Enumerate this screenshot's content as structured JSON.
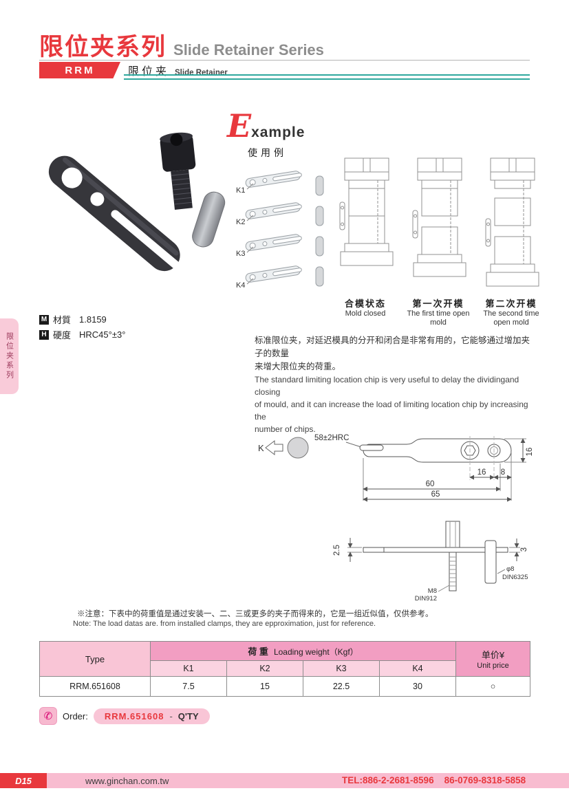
{
  "colors": {
    "accent_red": "#e8383d",
    "teal": "#2fa89e",
    "pink_light": "#f9c5d6",
    "pink_medium": "#f29ec2",
    "pink_row": "#fbd3e1",
    "footer_pink": "#f8bcd0"
  },
  "header": {
    "title_cn": "限位夹系列",
    "title_en": "Slide Retainer Series",
    "series_code": "RRM",
    "series_cn": "限位夹",
    "series_en": "Slide Retainer"
  },
  "sidebar": {
    "vertical_label": "限位夹系列"
  },
  "example": {
    "initial": "E",
    "rest": "xample",
    "cn": "使用例",
    "clip_labels": [
      "K1",
      "K2",
      "K3",
      "K4"
    ],
    "states": [
      {
        "cn": "合模状态",
        "en": "Mold closed"
      },
      {
        "cn": "第一次开模",
        "en": "The first time open mold"
      },
      {
        "cn": "第二次开模",
        "en": "The second time open mold"
      }
    ]
  },
  "specs": {
    "material_tag": "M",
    "material_label": "材質",
    "material_value": "1.8159",
    "hardness_tag": "H",
    "hardness_label": "硬度",
    "hardness_value": "HRC45°±3°"
  },
  "description": {
    "cn_line1": "标准限位夹，对延迟模具的分开和闭合是非常有用的，它能够通过增加夹子的数量",
    "cn_line2": "来增大限位夹的荷重。",
    "en_line1": "The standard limiting location chip is very useful to delay the dividingand closing",
    "en_line2": "of mould, and it can increase the load of limiting location chip by increasing the",
    "en_line3": "number of chips."
  },
  "drawing": {
    "view_label": "K",
    "hardness_callout": "58±2HRC",
    "dim_width_right": "16",
    "dim_screw_pin": "16",
    "dim_pin_end": "8",
    "dim_60": "60",
    "dim_65": "65",
    "dim_thickness_left": "2.5",
    "dim_thickness_right": "3",
    "screw_size": "M8",
    "screw_standard": "DIN912",
    "pin_size": "φ8",
    "pin_standard": "DIN6325"
  },
  "note": {
    "cn": "※注意：下表中的荷重值是通过安装一、二、三或更多的夹子而得来的，它是一组近似值，仅供参考。",
    "en": "Note: The load datas are. from installed clamps, they are epproximation, just for reference."
  },
  "table": {
    "type_header": "Type",
    "loading_cn": "荷 重",
    "loading_en": "Loading weight（Kgf）",
    "unit_price_cn": "单价¥",
    "unit_price_en": "Unit price",
    "k_headers": [
      "K1",
      "K2",
      "K3",
      "K4"
    ],
    "rows": [
      {
        "type": "RRM.651608",
        "k1": "7.5",
        "k2": "15",
        "k3": "22.5",
        "k4": "30",
        "price": "○"
      }
    ]
  },
  "order": {
    "icon_glyph": "✆",
    "label": "Order:",
    "code": "RRM.651608",
    "separator": "-",
    "qty": "Q'TY"
  },
  "footer": {
    "page_code": "D15",
    "website": "www.ginchan.com.tw",
    "tel": "TEL:886-2-2681-8596    86-0769-8318-5858"
  }
}
